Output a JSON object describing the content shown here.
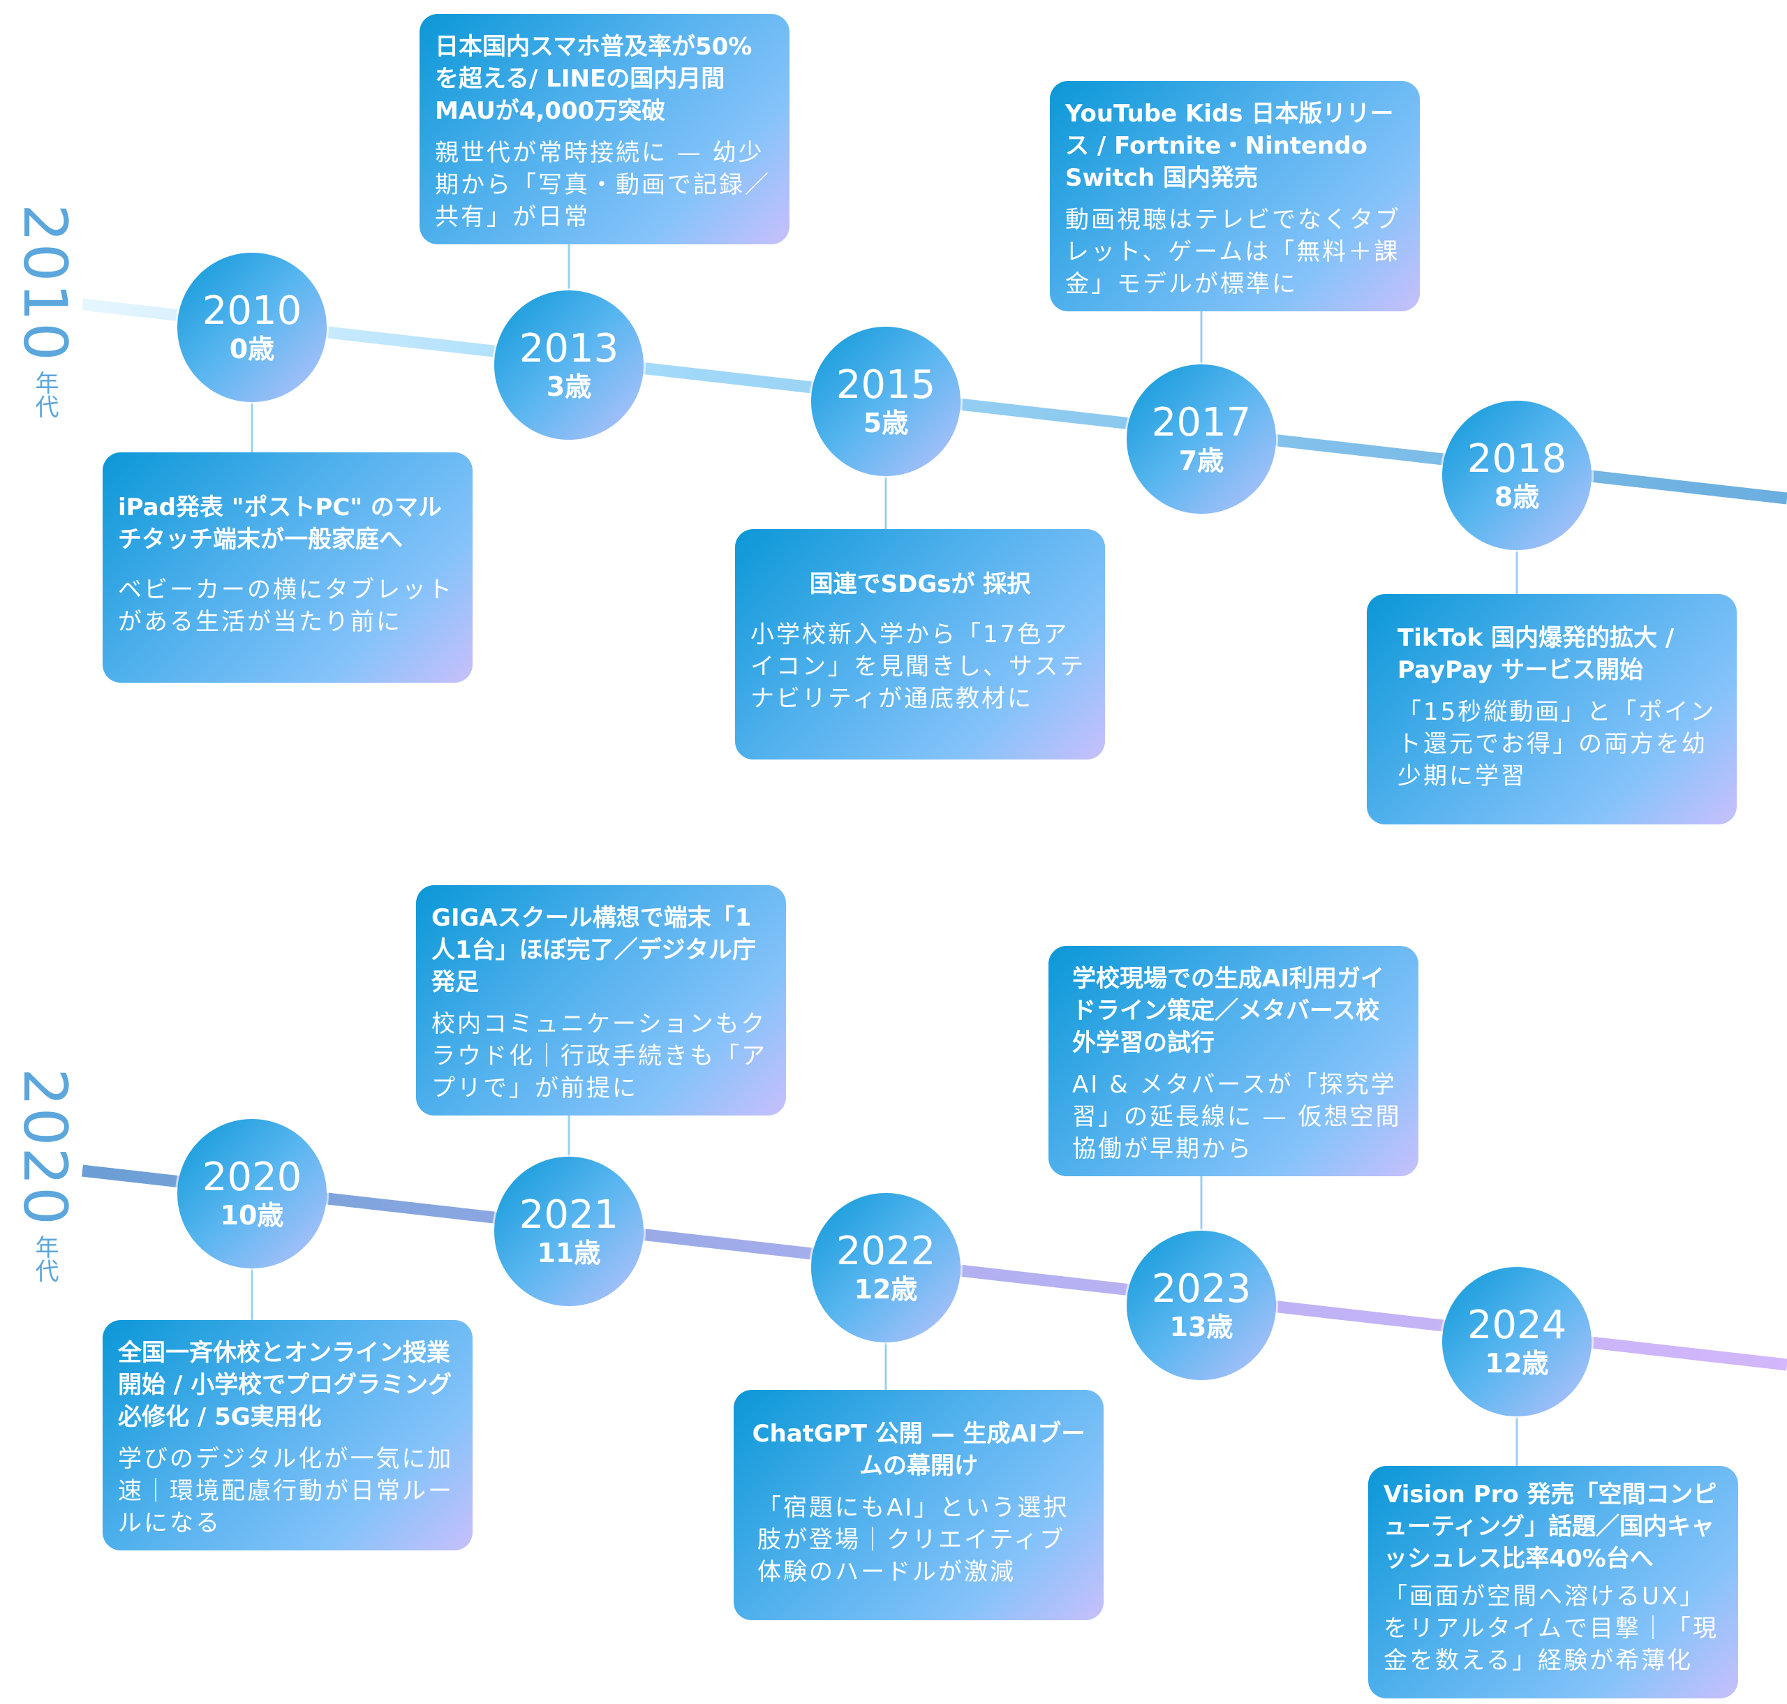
{
  "decades": [
    {
      "number": "2010",
      "suffix": "年代"
    },
    {
      "number": "2020",
      "suffix": "年代"
    }
  ],
  "events": [
    {
      "year": "2010",
      "age": "0歳",
      "title": "iPad発表 \"ポストPC\" のマルチタッチ端末が一般家庭へ",
      "desc": "ベビーカーの横にタブレットがある生活が当たり前に"
    },
    {
      "year": "2013",
      "age": "3歳",
      "title": "日本国内スマホ普及率が50%を超える/ LINEの国内月間MAUが4,000万突破",
      "desc": "親世代が常時接続に — 幼少期から「写真・動画で記録／共有」が日常"
    },
    {
      "year": "2015",
      "age": "5歳",
      "title": "国連でSDGsが 採択",
      "desc": "小学校新入学から「17色アイコン」を見聞きし、サステナビリティが通底教材に"
    },
    {
      "year": "2017",
      "age": "7歳",
      "title": "YouTube Kids 日本版リリース / Fortnite・Nintendo Switch 国内発売",
      "desc": "動画視聴はテレビでなくタブレット、ゲームは「無料＋課金」モデルが標準に"
    },
    {
      "year": "2018",
      "age": "8歳",
      "title": "TikTok 国内爆発的拡大 / PayPay サービス開始",
      "desc": "「15秒縦動画」と「ポイント還元でお得」の両方を幼少期に学習"
    },
    {
      "year": "2020",
      "age": "10歳",
      "title": "全国一斉休校とオンライン授業開始 / 小学校でプログラミング必修化 / 5G実用化",
      "desc": "学びのデジタル化が一気に加速｜環境配慮行動が日常ルールになる"
    },
    {
      "year": "2021",
      "age": "11歳",
      "title": "GIGAスクール構想で端末「1人1台」ほぼ完了／デジタル庁発足",
      "desc": "校内コミュニケーションもクラウド化｜行政手続きも「アプリで」が前提に"
    },
    {
      "year": "2022",
      "age": "12歳",
      "title": "ChatGPT 公開 — 生成AIブームの幕開け",
      "desc": "「宿題にもAI」という選択肢が登場｜クリエイティブ体験のハードルが激減"
    },
    {
      "year": "2023",
      "age": "13歳",
      "title": "学校現場での生成AI利用ガイドライン策定／メタバース校外学習の試行",
      "desc": "AI & メタバースが「探究学習」の延長線に — 仮想空間協働が早期から"
    },
    {
      "year": "2024",
      "age": "12歳",
      "title": "Vision Pro 発売「空間コンピューティング」話題／国内キャッシュレス比率40%台へ",
      "desc": "「画面が空間へ溶けるUX」をリアルタイムで目撃｜「現金を数える」経験が希薄化"
    }
  ],
  "colors": {
    "accent": "#0b97d7",
    "line_top_start": "#e6f6ff",
    "line_top_end": "#6aaedf",
    "line_bottom_start": "#6a9ed4",
    "line_bottom_end": "#d3b6fb"
  }
}
